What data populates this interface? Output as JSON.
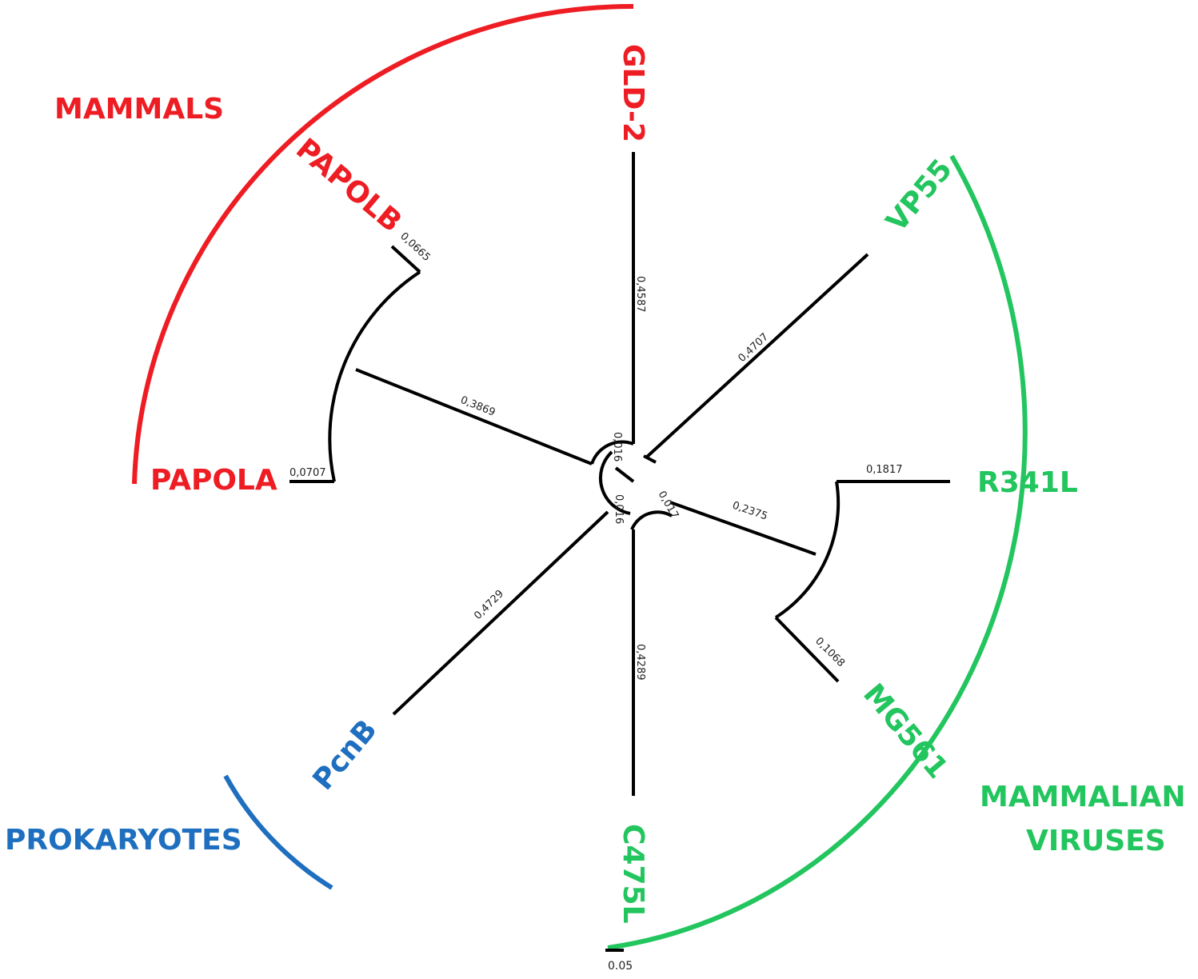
{
  "colors": {
    "mammals": "#ee1c23",
    "viruses": "#22c55e",
    "prokaryotes": "#1e6fbf",
    "branch": "#000000"
  },
  "groups": {
    "mammals": "MAMMALS",
    "prokaryotes": "PROKARYOTES",
    "viruses_line1": "MAMMALIAN",
    "viruses_line2": "VIRUSES"
  },
  "leaves": {
    "gld2": "GLD-2",
    "papolb": "PAPOLB",
    "papola": "PAPOLA",
    "vp55": "VP55",
    "r341l": "R341L",
    "mg561": "MG561",
    "c475l": "C475L",
    "pcnb": "PcnB"
  },
  "branch_lengths": {
    "gld2": "0,4587",
    "papolb": "0,0665",
    "papola": "0,0707",
    "mammal_clade": "0,3869",
    "vp55": "0,4707",
    "r341l": "0,1817",
    "mg561": "0,1068",
    "virus_clade": "0,2375",
    "c475l": "0,4289",
    "pcnb": "0,4729",
    "inner_a": "0,016",
    "inner_b": "0,017",
    "inner_c": "0,016"
  },
  "scale_bar": {
    "label": "0.05"
  }
}
